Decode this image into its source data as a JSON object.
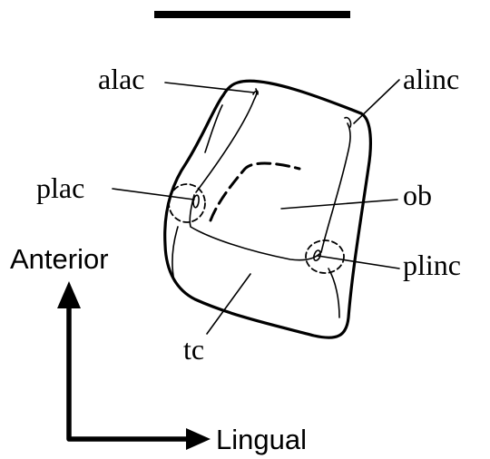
{
  "labels": {
    "alac": "alac",
    "alinc": "alinc",
    "plac": "plac",
    "ob": "ob",
    "plinc": "plinc",
    "tc": "tc"
  },
  "orientation": {
    "anterior": "Anterior",
    "lingual": "Lingual"
  },
  "colors": {
    "ink": "#000000",
    "background": "#ffffff"
  }
}
